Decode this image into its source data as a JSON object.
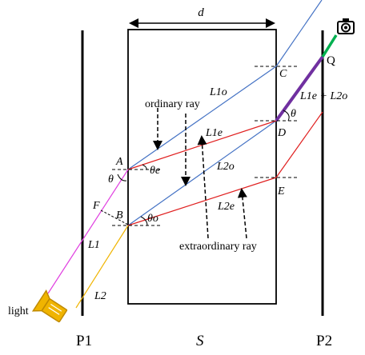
{
  "labels": {
    "d": "d",
    "A": "A",
    "B": "B",
    "C": "C",
    "D": "D",
    "E": "E",
    "F": "F",
    "Q": "Q",
    "theta_a": "θ",
    "theta_d": "θ",
    "theta_e": "θe",
    "theta_o": "θo",
    "L1o": "L1o",
    "L1e": "L1e",
    "L2o": "L2o",
    "L2e": "L2e",
    "L1": "L1",
    "L2": "L2",
    "ordinary_ray": "ordinary ray",
    "extraordinary_ray": "extraordinary ray",
    "combined": "L1e + L2o",
    "light": "light",
    "P1": "P1",
    "P2": "P2",
    "S": "S"
  },
  "icons": {
    "camera": "camera-icon",
    "light_source": "light-source-icon"
  },
  "colors": {
    "ordinary": "#4472c4",
    "extraordinary": "#e02020",
    "incident_l1": "#e040e0",
    "incident_l2": "#f0b400",
    "combined_beam": "#7030a0",
    "camera_beam": "#00b050",
    "lamp": "#f0b400"
  }
}
